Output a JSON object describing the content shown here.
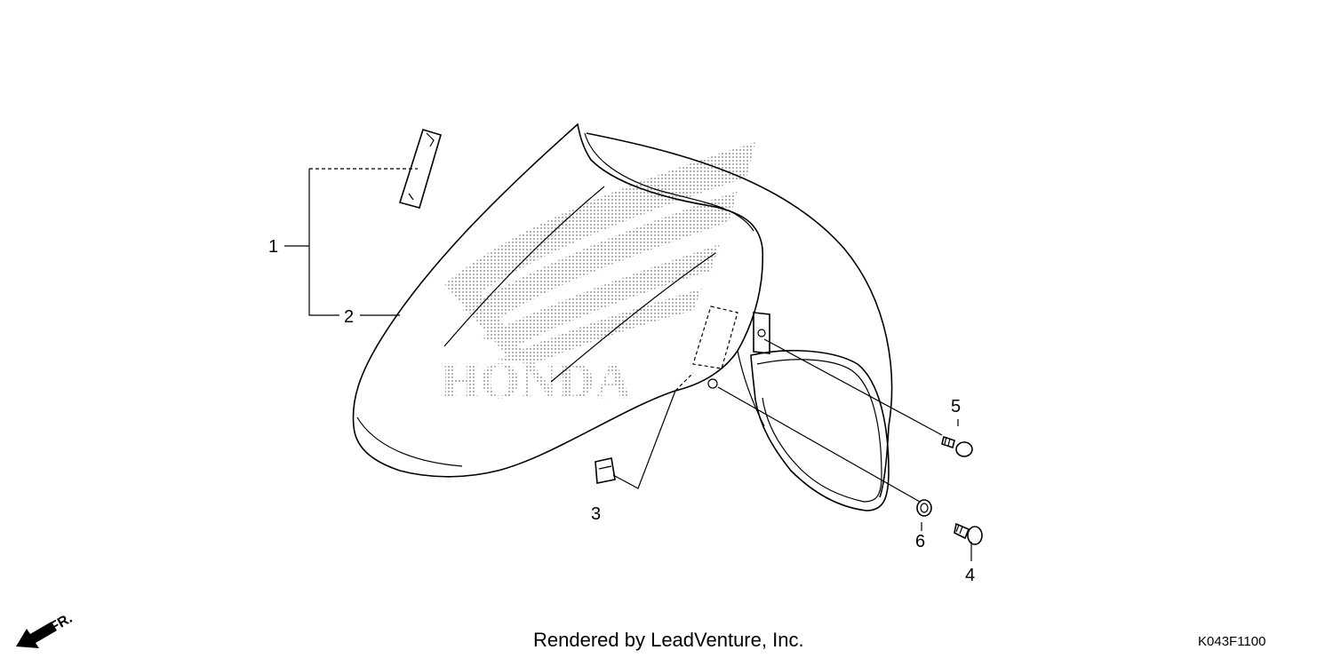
{
  "diagram": {
    "callouts": [
      {
        "id": "c1",
        "text": "1"
      },
      {
        "id": "c2",
        "text": "2"
      },
      {
        "id": "c3",
        "text": "3"
      },
      {
        "id": "c4",
        "text": "4"
      },
      {
        "id": "c5",
        "text": "5"
      },
      {
        "id": "c6",
        "text": "6"
      }
    ],
    "watermark_text": "HONDA",
    "direction_label": "FR."
  },
  "footer": {
    "credit": "Rendered by LeadVenture, Inc.",
    "code": "K043F1100"
  }
}
